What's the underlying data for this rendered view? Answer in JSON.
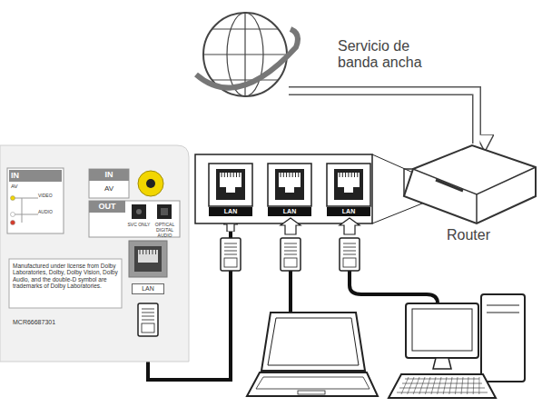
{
  "diagram": {
    "nodes": [
      {
        "text": [
          "Servicio de banda ancha"
        ]
      },
      {
        "text": [
          "Router"
        ]
      },
      {
        "text": [
          "LAN"
        ]
      },
      {
        "text": [
          "LAN"
        ]
      },
      {
        "text": [
          "LAN"
        ]
      },
      {
        "text": [
          "LAN"
        ]
      }
    ],
    "edges": [
      {
        "from": 0,
        "to": 1,
        "arrow": "to"
      },
      {
        "from": 2,
        "to": 3,
        "arrow": "to"
      }
    ],
    "labels": [
      "IN",
      "AV",
      "VIDEO",
      "AUDIO",
      "IN",
      "AV",
      "OUT",
      "SVC ONLY",
      "OPTICAL DIGITAL AUDIO",
      "Manufactured under license from Dolby Laboratories, Dolby, Dolby Vision, Dolby Audio, and the double-D symbol are trademarks of Dolby Laboratories.",
      "MCR66687301"
    ]
  }
}
